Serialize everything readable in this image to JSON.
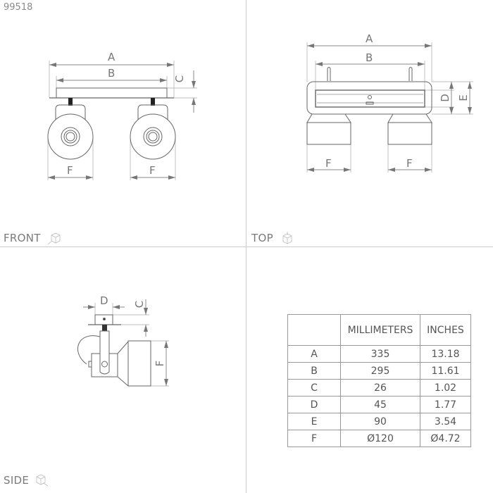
{
  "product_code": "99518",
  "views": {
    "front": {
      "label": "FRONT",
      "icon": "cube-front-icon"
    },
    "top": {
      "label": "TOP",
      "icon": "cube-top-icon"
    },
    "side": {
      "label": "SIDE",
      "icon": "cube-side-icon"
    }
  },
  "dimension_letters": {
    "a": "A",
    "b": "B",
    "c": "C",
    "d": "D",
    "e": "E",
    "f": "F"
  },
  "table": {
    "headers": [
      "",
      "MILLIMETERS",
      "INCHES"
    ],
    "rows": [
      {
        "dim": "A",
        "mm": "335",
        "in": "13.18"
      },
      {
        "dim": "B",
        "mm": "295",
        "in": "11.61"
      },
      {
        "dim": "C",
        "mm": "26",
        "in": "1.02"
      },
      {
        "dim": "D",
        "mm": "45",
        "in": "1.77"
      },
      {
        "dim": "E",
        "mm": "90",
        "in": "3.54"
      },
      {
        "dim": "F",
        "mm": "Ø120",
        "in": "Ø4.72"
      }
    ]
  }
}
